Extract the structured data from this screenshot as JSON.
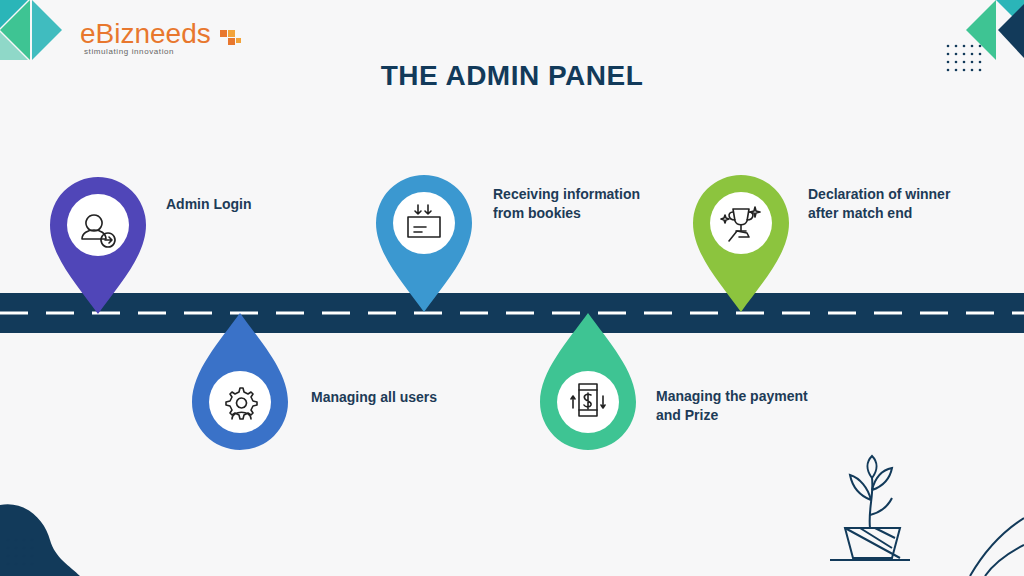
{
  "diagram": {
    "title": "THE ADMIN PANEL",
    "nodes": [
      {
        "text": [
          "Admin Login"
        ]
      },
      {
        "text": [
          "Managing all users"
        ]
      },
      {
        "text": [
          "Receiving information from bookies"
        ]
      },
      {
        "text": [
          "Managing the payment and Prize"
        ]
      },
      {
        "text": [
          "Declaration of winner after match end"
        ]
      }
    ],
    "labels": [
      "eBizneeds",
      "stimulating innovation"
    ]
  }
}
